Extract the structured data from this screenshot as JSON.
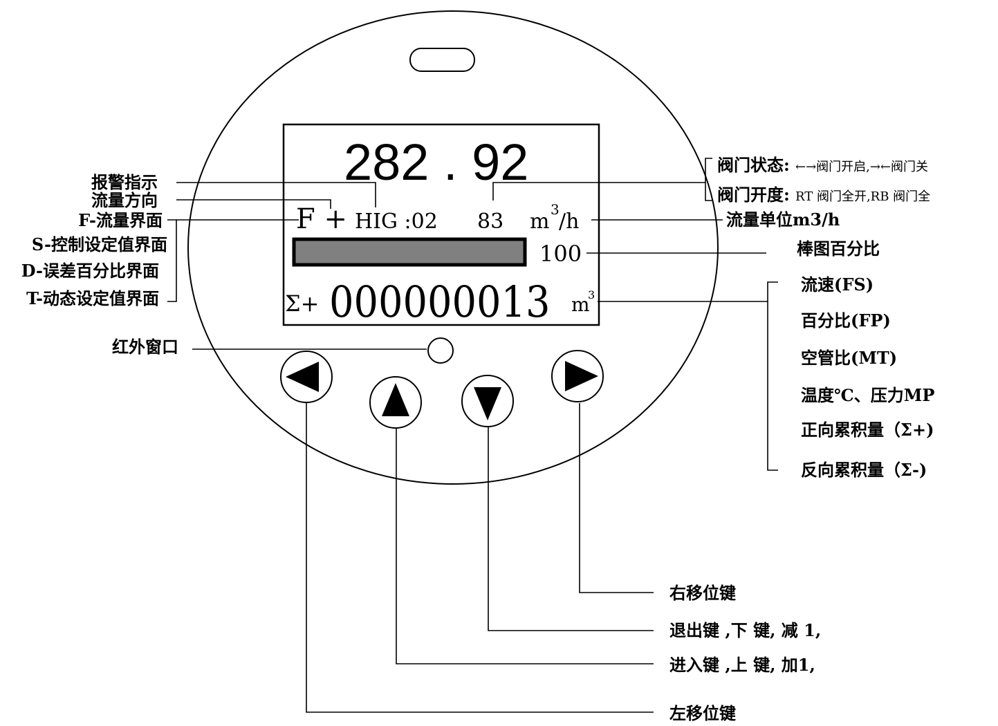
{
  "display": {
    "flow_value": "282 . 92",
    "direction": "F +",
    "alarm": "HIG :02",
    "valve_opening": "83",
    "unit_m": "m",
    "unit_sup": "3",
    "unit_h": "/h",
    "bar_percent_label": "100",
    "bar_fill_percent": 100,
    "total_sign": "Σ+",
    "total_value": "000000013",
    "total_unit": "m",
    "total_unit_sup": "3"
  },
  "left_labels": {
    "alarm": "报警指示",
    "flow_direction": "流量方向",
    "f_screen": "F-流量界面",
    "s_screen": "S-控制设定值界面",
    "d_screen": "D-误差百分比界面",
    "t_screen": "T-动态设定值界面",
    "ir_window": "红外窗口"
  },
  "right_labels": {
    "valve_state": "阀门状态:",
    "valve_state_desc": "←→阀门开启,→←阀门关",
    "valve_opening": "阀门开度:",
    "valve_opening_desc": "RT 阀门全开,RB 阀门全",
    "flow_unit": "流量单位m3/h",
    "bar_percent": "棒图百分比",
    "items": [
      "流速(FS)",
      "百分比(FP)",
      "空管比(MT)",
      "温度℃、压力MP",
      "正向累积量（Σ+)",
      "反向累积量（Σ-)"
    ]
  },
  "keys": {
    "right": "右移位键",
    "down": "退出键 ,下 键, 减 1,",
    "up": "进入键 ,上 键, 加1,",
    "left": "左移位键"
  }
}
